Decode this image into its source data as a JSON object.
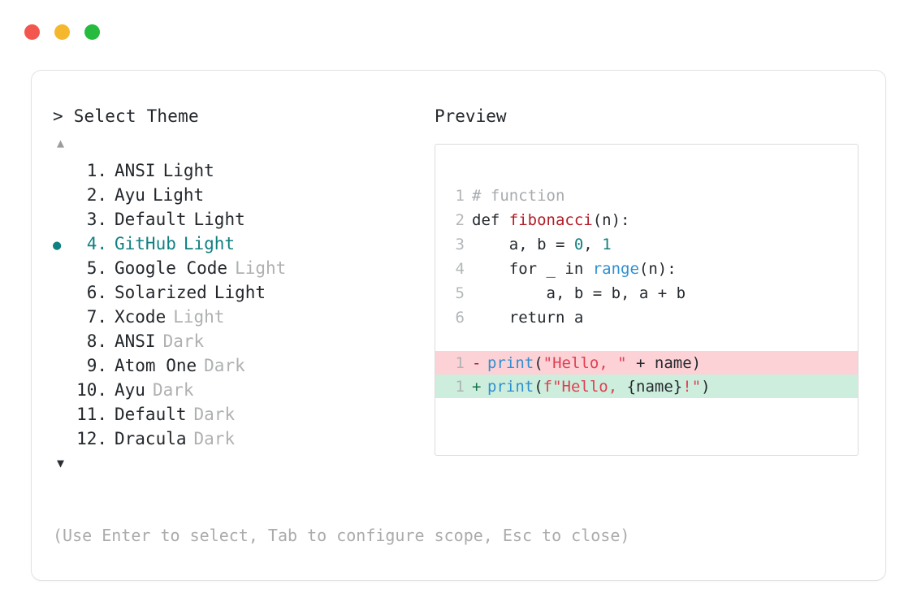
{
  "window": {
    "traffic_lights": [
      {
        "name": "close-dot",
        "color": "#f2564f"
      },
      {
        "name": "minimize-dot",
        "color": "#f5b72b"
      },
      {
        "name": "maximize-dot",
        "color": "#24bb3e"
      }
    ]
  },
  "prompt": {
    "caret": ">",
    "title": "Select Theme"
  },
  "scroll": {
    "up_arrow": "▲",
    "down_arrow": "▼"
  },
  "selection": {
    "bullet": "●",
    "selected_index": 4,
    "accent_color": "#118080"
  },
  "themes": [
    {
      "index": "1.",
      "name": "ANSI",
      "variant": "Light",
      "variant_muted": false,
      "selected": false
    },
    {
      "index": "2.",
      "name": "Ayu",
      "variant": "Light",
      "variant_muted": false,
      "selected": false
    },
    {
      "index": "3.",
      "name": "Default",
      "variant": "Light",
      "variant_muted": false,
      "selected": false
    },
    {
      "index": "4.",
      "name": "GitHub",
      "variant": "Light",
      "variant_muted": false,
      "selected": true
    },
    {
      "index": "5.",
      "name": "Google Code",
      "variant": "Light",
      "variant_muted": true,
      "selected": false
    },
    {
      "index": "6.",
      "name": "Solarized",
      "variant": "Light",
      "variant_muted": false,
      "selected": false
    },
    {
      "index": "7.",
      "name": "Xcode",
      "variant": "Light",
      "variant_muted": true,
      "selected": false
    },
    {
      "index": "8.",
      "name": "ANSI",
      "variant": "Dark",
      "variant_muted": true,
      "selected": false
    },
    {
      "index": "9.",
      "name": "Atom One",
      "variant": "Dark",
      "variant_muted": true,
      "selected": false
    },
    {
      "index": "10.",
      "name": "Ayu",
      "variant": "Dark",
      "variant_muted": true,
      "selected": false
    },
    {
      "index": "11.",
      "name": "Default",
      "variant": "Dark",
      "variant_muted": true,
      "selected": false
    },
    {
      "index": "12.",
      "name": "Dracula",
      "variant": "Dark",
      "variant_muted": true,
      "selected": false
    }
  ],
  "footer": {
    "hint": "(Use Enter to select, Tab to configure scope, Esc to close)"
  },
  "preview": {
    "label": "Preview",
    "code_lines": [
      {
        "ln": "1",
        "tokens": [
          {
            "text": "# function",
            "cls": "t-comment"
          }
        ]
      },
      {
        "ln": "2",
        "tokens": [
          {
            "text": "def ",
            "cls": "t-plain"
          },
          {
            "text": "fibonacci",
            "cls": "t-func"
          },
          {
            "text": "(n):",
            "cls": "t-plain"
          }
        ]
      },
      {
        "ln": "3",
        "tokens": [
          {
            "text": "    a, b = ",
            "cls": "t-plain"
          },
          {
            "text": "0",
            "cls": "t-num"
          },
          {
            "text": ", ",
            "cls": "t-plain"
          },
          {
            "text": "1",
            "cls": "t-num"
          }
        ]
      },
      {
        "ln": "4",
        "tokens": [
          {
            "text": "    for _ in ",
            "cls": "t-plain"
          },
          {
            "text": "range",
            "cls": "t-builtin"
          },
          {
            "text": "(n):",
            "cls": "t-plain"
          }
        ]
      },
      {
        "ln": "5",
        "tokens": [
          {
            "text": "        a, b = b, a + b",
            "cls": "t-plain"
          }
        ]
      },
      {
        "ln": "6",
        "tokens": [
          {
            "text": "    return a",
            "cls": "t-plain"
          }
        ]
      }
    ],
    "diff_lines": [
      {
        "ln": "1",
        "marker": "-",
        "kind": "removed",
        "tokens": [
          {
            "text": "print",
            "cls": "t-builtin"
          },
          {
            "text": "(",
            "cls": "t-plain"
          },
          {
            "text": "\"Hello, \"",
            "cls": "t-str"
          },
          {
            "text": " + name)",
            "cls": "t-plain"
          }
        ]
      },
      {
        "ln": "1",
        "marker": "+",
        "kind": "added",
        "tokens": [
          {
            "text": "print",
            "cls": "t-builtin"
          },
          {
            "text": "(",
            "cls": "t-plain"
          },
          {
            "text": "f\"Hello, ",
            "cls": "t-str"
          },
          {
            "text": "{name}",
            "cls": "t-plain"
          },
          {
            "text": "!\"",
            "cls": "t-str"
          },
          {
            "text": ")",
            "cls": "t-plain"
          }
        ]
      }
    ]
  }
}
